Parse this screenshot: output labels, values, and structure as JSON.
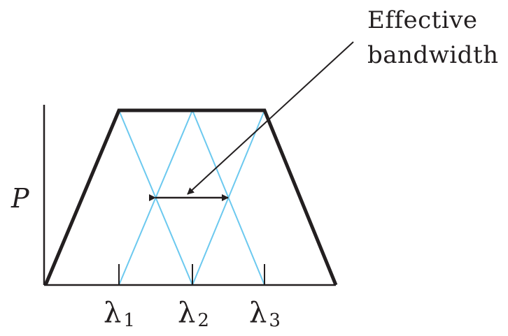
{
  "annotation": {
    "line1": "Effective",
    "line2": "bandwidth"
  },
  "axis": {
    "y_label": "P"
  },
  "wavelengths": [
    {
      "symbol": "λ",
      "subscript": "1"
    },
    {
      "symbol": "λ",
      "subscript": "2"
    },
    {
      "symbol": "λ",
      "subscript": "3"
    }
  ],
  "colors": {
    "envelope": "#231f20",
    "channel": "#6cc9ef",
    "text": "#231f20"
  }
}
